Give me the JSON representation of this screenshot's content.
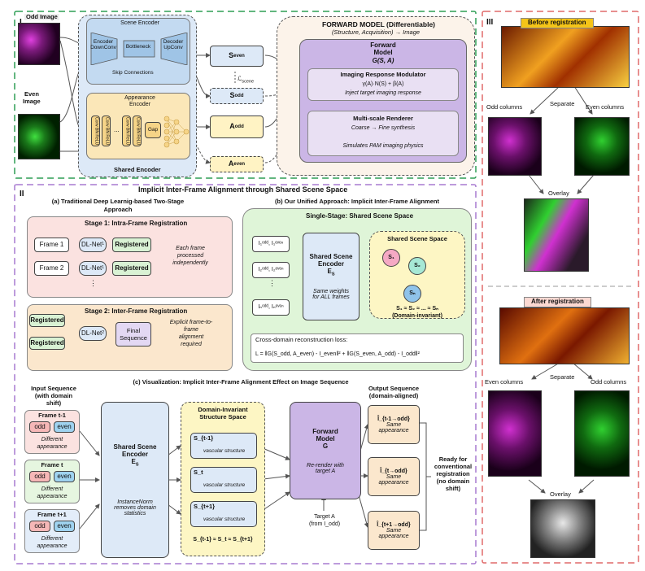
{
  "panel1": {
    "label": "I",
    "odd_image": "Odd Image",
    "even_image_l1": "Even",
    "even_image_l2": "Image",
    "scene_encoder": "Scene Encoder",
    "encoder_downconv": "Encoder DownConv",
    "bottleneck": "Bottleneck",
    "decoder_upconv": "Decoder UpConv",
    "skip_connections": "Skip Connections",
    "appearance_encoder": "Appearance Encoder",
    "gap": "Gap",
    "conv_relu": "Conv BN ReLU",
    "ellipsis": "...",
    "shared_encoder": "Shared Encoder",
    "s_even": "S",
    "s_even_sub": "even",
    "s_odd": "S",
    "s_odd_sub": "odd",
    "l_scene": "ℒ",
    "l_scene_sub": "scene",
    "a_odd": "A",
    "a_odd_sub": "odd",
    "a_even": "A",
    "a_even_sub": "even",
    "forward_title": "FORWARD MODEL (Differentiable)",
    "forward_subtitle": "(Structure, Acquisition) → Image",
    "forward_model_l1": "Forward",
    "forward_model_l2": "Model",
    "forward_model_l3": "G(S, A)",
    "irm_title": "Imaging Response Modulator",
    "irm_formula": "γ(A)·N(S) + β(A)",
    "irm_desc": "Inject target imaging response",
    "msr_title": "Multi-scale Renderer",
    "msr_desc": "Coarse → Fine synthesis",
    "msr_desc2": "Simulates PAM imaging physics"
  },
  "panel3": {
    "label": "III",
    "before": "Before registration",
    "separate1": "Separate",
    "odd_columns": "Odd columns",
    "even_columns": "Even columns",
    "overlay1": "Overlay",
    "after": "After registration",
    "even_columns2": "Even columns",
    "separate2": "Separate",
    "odd_columns2": "Odd columns",
    "overlay2": "Overlay"
  },
  "panel2": {
    "label": "II",
    "title": "Implicit Inter-Frame Alignment through Shared Scene Space",
    "a_title_l1": "(a) Traditional Deep Learnig-based Two-Stage",
    "a_title_l2": "Approach",
    "stage1": "Stage 1: Intra-Frame Registration",
    "frame1": "Frame 1",
    "frame2": "Frame 2",
    "dl_net": "DL-Net",
    "dl_net_sub1": "1",
    "dl_net_sub2": "1",
    "registered": "Registered",
    "each_frame_l1": "Each frame",
    "each_frame_l2": "processed",
    "each_frame_l3": "independently",
    "vdots": "⋮",
    "stage2": "Stage 2: Inter-Frame Registration",
    "registered_a": "Registered",
    "registered_b": "Registered",
    "dl_net2": "DL-Net",
    "dl_net2_sub": "2",
    "final_seq_l1": "Final",
    "final_seq_l2": "Sequence",
    "explicit_l1": "Explicit frame-to-",
    "explicit_l2": "frame",
    "explicit_l3": "alignment",
    "explicit_l4": "required",
    "b_title": "(b) Our Unified Approach: Implicit Inter-Frame Alignment",
    "single_stage": "Single-Stage: Shared Scene Space",
    "in1": "I₁ᵒᵈᵈ, I₁ᵉᵛᵉⁿ",
    "in2": "I₂ᵒᵈᵈ, I₂ᵉᵛᵉⁿ",
    "inn": "Iₙᵒᵈᵈ, Iₙᵉᵛᵉⁿ",
    "sse_l1": "Shared Scene",
    "sse_l2": "Encoder",
    "sse_l3": "E",
    "sse_l3_sub": "S",
    "same_weights_l1": "Same weights",
    "same_weights_l2": "for ALL frames",
    "shared_scene_space": "Shared Scene Space",
    "s1": "S₁",
    "s2": "S₂",
    "sn": "Sₙ",
    "equiv_l1": "S₁ ≈ S₂ ≈ ... ≈ Sₙ",
    "equiv_l2": "(Domain-invariant)",
    "loss_title": "Cross-domain reconstruction loss:",
    "loss_formula": "L = ‖G(S_odd, A_even) - I_even‖² + ‖G(S_even, A_odd) - I_odd‖²",
    "c_title": "(c) Visualization: Implicit Inter-Frame Alignment Effect on Image Sequence",
    "input_seq_l1": "Input Sequence",
    "input_seq_l2": "(with domain",
    "input_seq_l3": "shift)",
    "frame_tm1": "Frame t-1",
    "frame_t": "Frame t",
    "frame_tp1": "Frame t+1",
    "odd": "odd",
    "even": "even",
    "diff_app_l1": "Different",
    "diff_app_l2": "appearance",
    "c_sse_l1": "Shared Scene",
    "c_sse_l2": "Encoder",
    "c_sse_l3": "E",
    "c_sse_l3_sub": "S",
    "instnorm_l1": "InstanceNorm",
    "instnorm_l2": "removes domain",
    "instnorm_l3": "statistics",
    "dis_l1": "Domain-Invariant",
    "dis_l2": "Structure Space",
    "s_tm1": "S_{t-1}",
    "s_t": "S_t",
    "s_tp1": "S_{t+1}",
    "vascular": "vascular structure",
    "s_equiv": "S_{t-1} ≈ S_t ≈ S_{t+1}",
    "fm_l1": "Forward",
    "fm_l2": "Model",
    "fm_l3": "G",
    "rerender_l1": "Re-render with",
    "rerender_l2": "target A",
    "target_a_l1": "Target A",
    "target_a_l2": "(from I_odd)",
    "output_l1": "Output Sequence",
    "output_l2": "(domain-aligned)",
    "out1": "Î_{t-1→odd}",
    "out2": "Î_{t→odd}",
    "out3": "Î_{t+1→odd}",
    "same_app_l1": "Same",
    "same_app_l2": "appearance",
    "ready_l1": "Ready for",
    "ready_l2": "conventional",
    "ready_l3": "registration",
    "ready_l4": "(no domain",
    "ready_l5": "shift)"
  }
}
